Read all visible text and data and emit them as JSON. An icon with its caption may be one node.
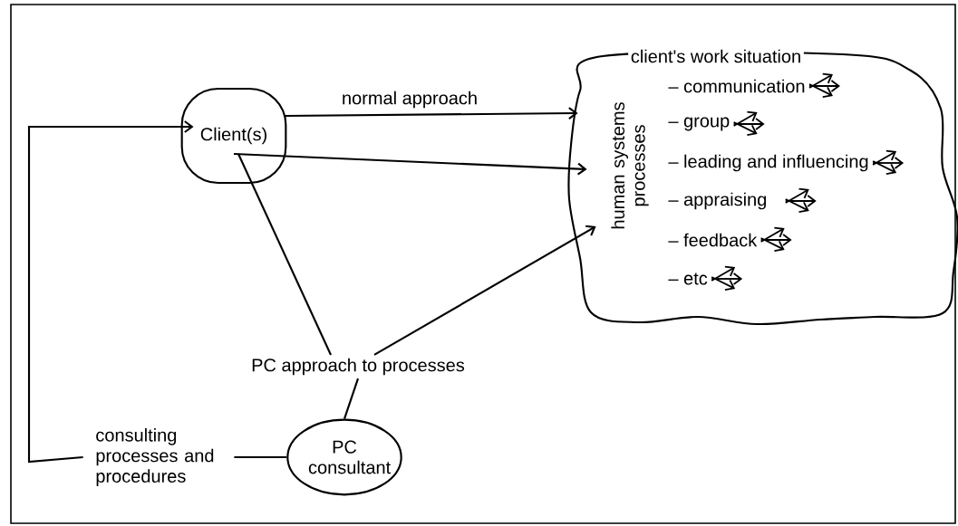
{
  "diagram": {
    "nodes": [
      {
        "text": [
          "Client(s)"
        ]
      },
      {
        "text": [
          "client's work situation"
        ]
      },
      {
        "text": [
          "PC approach to processes"
        ]
      },
      {
        "text": [
          "PC consultant"
        ]
      },
      {
        "text": [
          "consulting processes and procedures"
        ]
      }
    ],
    "edges": [
      {
        "from": 0,
        "to": 1,
        "arrow": "to",
        "label": "normal approach"
      },
      {
        "from": 0,
        "to": 1,
        "arrow": "to"
      },
      {
        "from": 2,
        "to": 0,
        "arrow": "none"
      },
      {
        "from": 2,
        "to": 1,
        "arrow": "to"
      },
      {
        "from": 3,
        "to": 2,
        "arrow": "none"
      },
      {
        "from": 3,
        "to": 4,
        "arrow": "none"
      },
      {
        "from": 4,
        "to": 0,
        "arrow": "to"
      }
    ],
    "labels": [
      "human systems processes",
      "– communication",
      "– group",
      "– leading and influencing",
      "– appraising",
      "– feedback",
      "– etc"
    ]
  }
}
